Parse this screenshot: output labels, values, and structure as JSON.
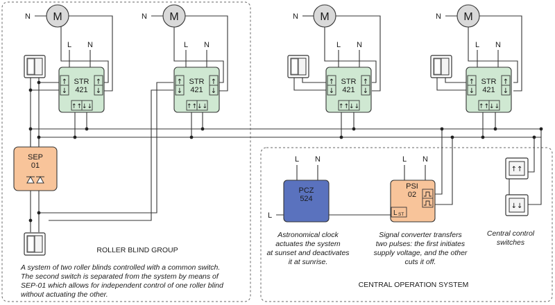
{
  "colors": {
    "module_green": "#cfe8d2",
    "sep_orange": "#f8c49a",
    "pcz_blue": "#5a72be",
    "psi_orange": "#f8c49a",
    "motor_gray": "#d9d9d9",
    "wire": "#333333"
  },
  "motor_label": "M",
  "terminal_L": "L",
  "terminal_N": "N",
  "str_modules": [
    {
      "line1": "STR",
      "line2": "421"
    },
    {
      "line1": "STR",
      "line2": "421"
    },
    {
      "line1": "STR",
      "line2": "421"
    },
    {
      "line1": "STR",
      "line2": "421"
    }
  ],
  "sep": {
    "line1": "SEP",
    "line2": "01"
  },
  "pcz": {
    "line1": "PCZ",
    "line2": "524"
  },
  "psi": {
    "line1": "PSI",
    "line2": "02",
    "input_label": "L",
    "input_sub": "ST"
  },
  "captions": {
    "roller_group": "ROLLER BLIND GROUP",
    "roller_desc": [
      "A system of two roller blinds controlled with a common switch.",
      "The second switch is separated from the system by means of",
      "SEP-01 which allows for independent control of one roller blind",
      "without actuating the other."
    ],
    "astro": [
      "Astronomical clock",
      "actuates the system",
      "at sunset and deactivates",
      "it at sunrise."
    ],
    "signal": [
      "Signal converter transfers",
      "two pulses: the first initiates",
      "supply voltage, and the other",
      "cuts it off."
    ],
    "central_switches": [
      "Central control",
      "switches"
    ],
    "central_system": "CENTRAL OPERATION SYSTEM"
  }
}
